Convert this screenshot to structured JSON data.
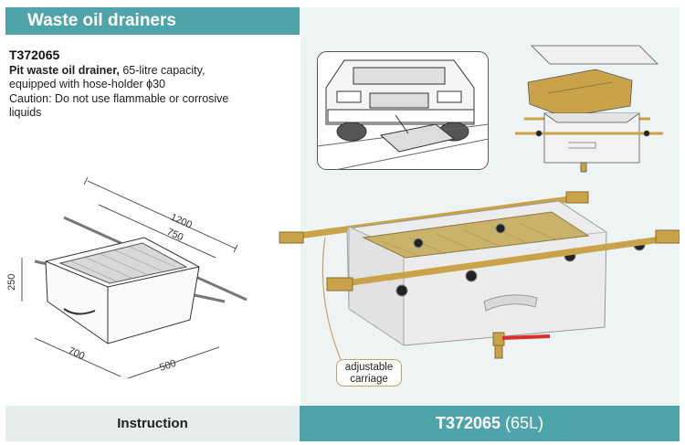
{
  "header": {
    "title": "Waste oil drainers"
  },
  "product": {
    "code": "T372065",
    "name": "Pit waste oil drainer,",
    "desc_line1_rest": " 65-litre capacity,",
    "desc_line2": "equipped with hose-holder ϕ30",
    "caution_line1": "Caution: Do not use flammable or corrosive",
    "caution_line2": "liquids"
  },
  "dimensions": {
    "length_total": "1200",
    "length_inner": "750",
    "height": "250",
    "width": "700",
    "depth": "500"
  },
  "callout": {
    "line1": "adjustable",
    "line2": "carriage"
  },
  "footer": {
    "left_label": "Instruction",
    "right_code": "T372065",
    "right_suffix": " (65L)"
  },
  "colors": {
    "accent": "#4fa4aa",
    "panel_bg": "#eef4f4",
    "tray_white": "#f2f2f2",
    "brass": "#c8a34a",
    "valve_red": "#d9302a"
  }
}
